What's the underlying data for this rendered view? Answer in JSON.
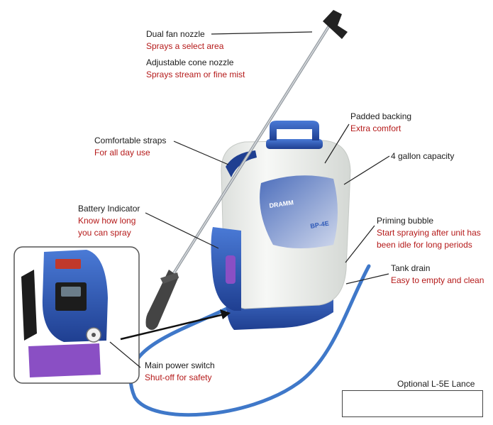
{
  "callouts": {
    "dual_fan": {
      "title": "Dual fan nozzle",
      "desc": "Sprays a select area"
    },
    "cone": {
      "title": "Adjustable cone nozzle",
      "desc": "Sprays stream or fine mist"
    },
    "straps": {
      "title": "Comfortable straps",
      "desc": "For all day use"
    },
    "backing": {
      "title": "Padded backing",
      "desc": "Extra comfort"
    },
    "capacity": {
      "title": "4 gallon capacity"
    },
    "battery": {
      "title": "Battery Indicator",
      "desc_line1": "Know how long",
      "desc_line2": "you can spray"
    },
    "priming": {
      "title": "Priming bubble",
      "desc_line1": "Start spraying after unit has",
      "desc_line2": "been idle for long periods"
    },
    "drain": {
      "title": "Tank drain",
      "desc": "Easy to empty and clean"
    },
    "power": {
      "title": "Main power switch",
      "desc": "Shut-off for safety"
    }
  },
  "lance": {
    "title": "Optional L-5E Lance"
  },
  "brand": {
    "tank_logo": "DRAMM",
    "tank_model": "BP-4E"
  },
  "colors": {
    "tank": "#eef0ee",
    "blue": "#2f5ab8",
    "accent_red": "#b51a1a",
    "purple": "#8a4fc4",
    "hose": "#3f78c9"
  }
}
